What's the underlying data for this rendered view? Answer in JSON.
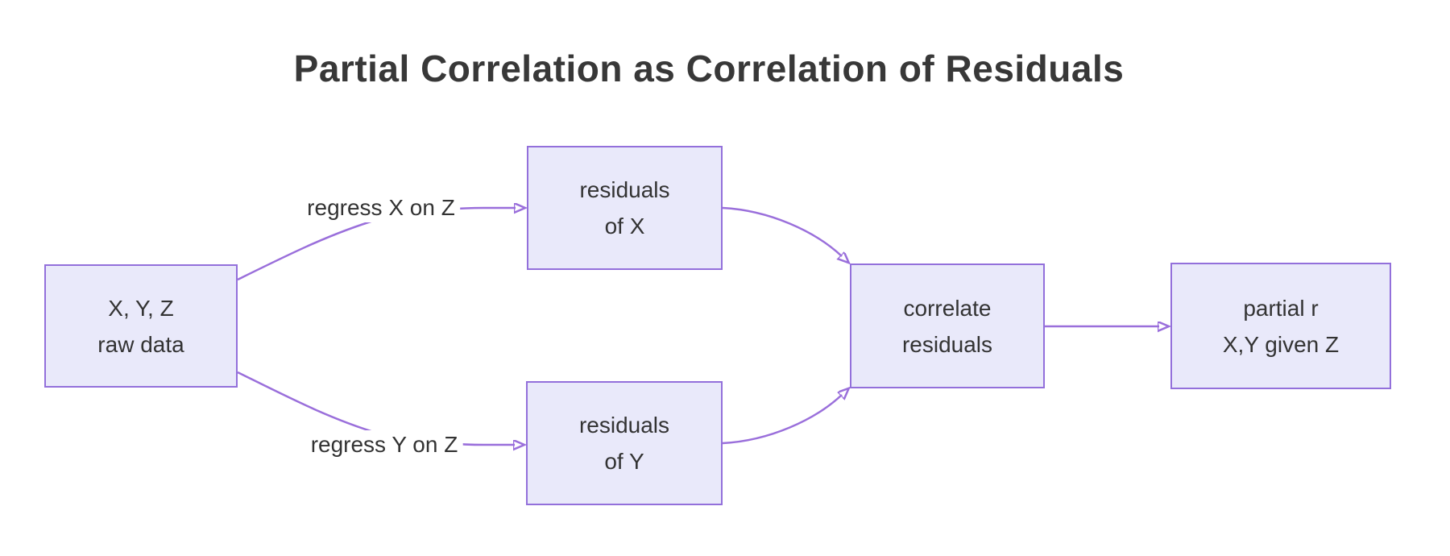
{
  "title": "Partial Correlation as Correlation of Residuals",
  "colors": {
    "background": "#FFFFFF",
    "node_fill": "#E9E9FA",
    "node_border": "#9370DB",
    "edge": "#9A6FDB",
    "text": "#333333"
  },
  "nodes": {
    "raw_data": {
      "line1": "X, Y, Z",
      "line2": "raw data"
    },
    "residuals_x": {
      "line1": "residuals",
      "line2": "of X"
    },
    "residuals_y": {
      "line1": "residuals",
      "line2": "of Y"
    },
    "correlate": {
      "line1": "correlate",
      "line2": "residuals"
    },
    "partial_r": {
      "line1": "partial r",
      "line2": "X,Y given Z"
    }
  },
  "edge_labels": {
    "regress_x": "regress X on Z",
    "regress_y": "regress Y on Z"
  }
}
